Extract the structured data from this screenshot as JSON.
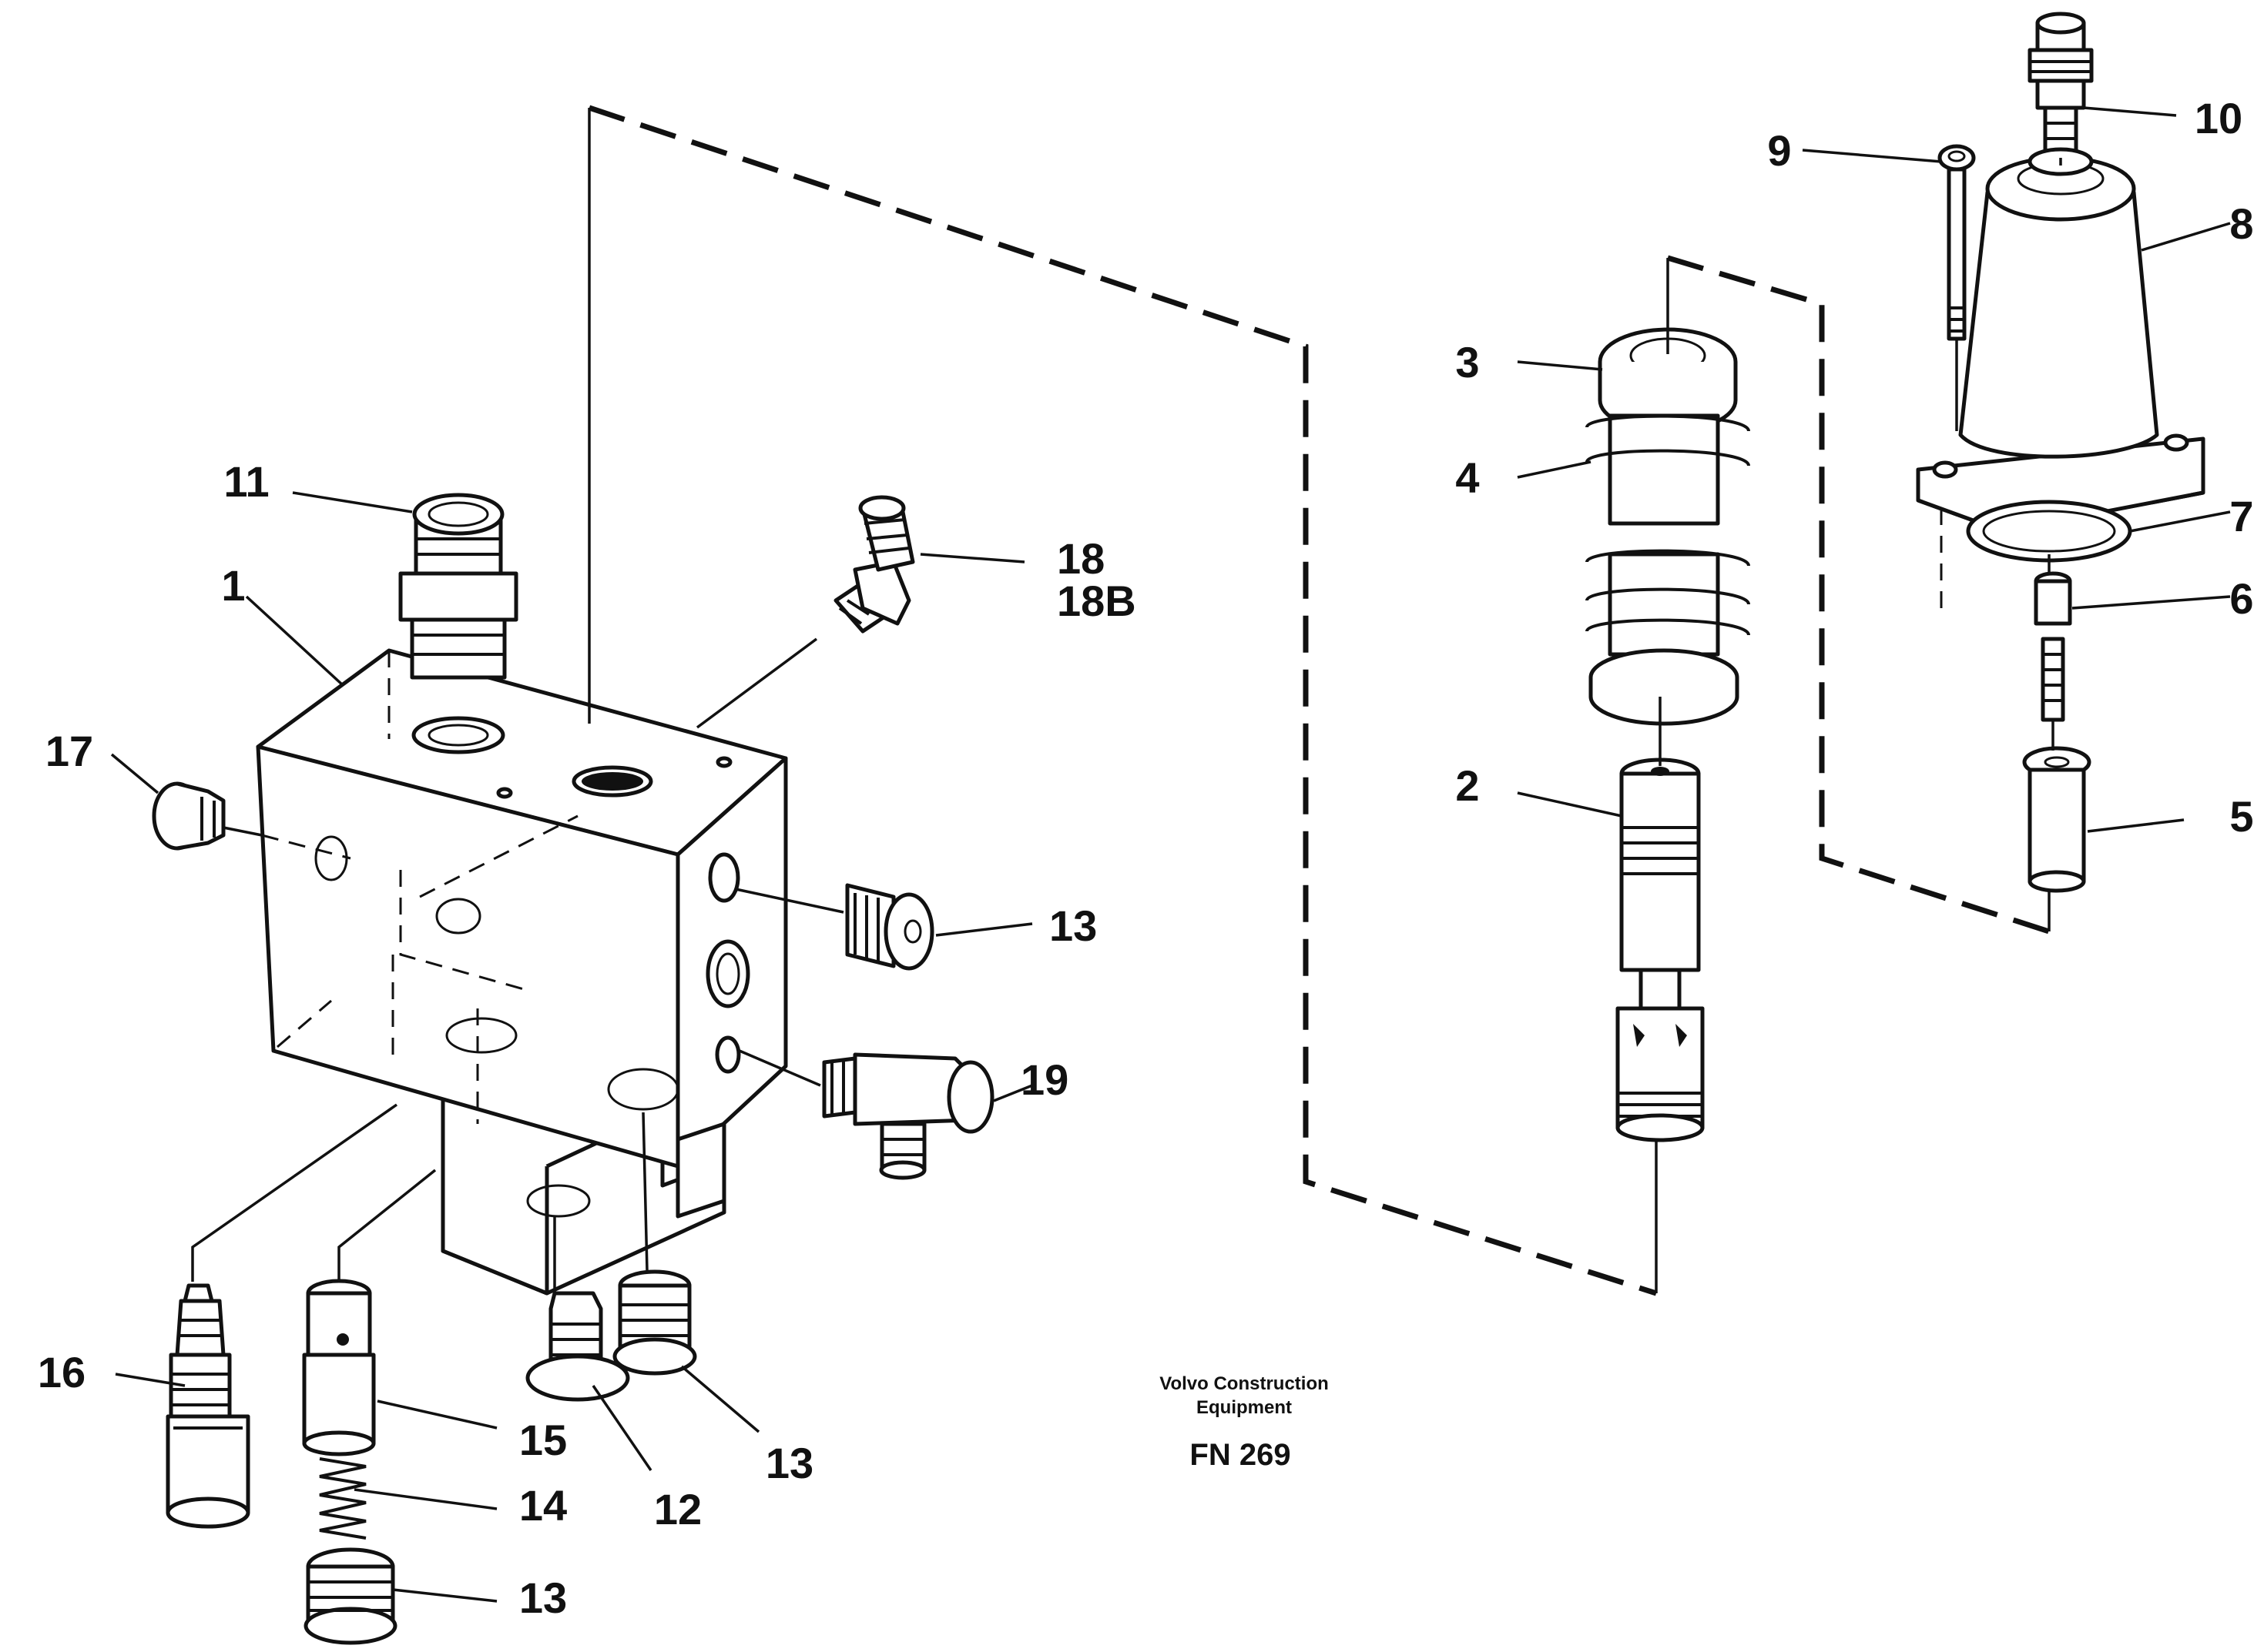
{
  "caption": {
    "company_line1": "Volvo Construction",
    "company_line2": "Equipment",
    "figure_number": "FN 269"
  },
  "part_labels": {
    "p1": "1",
    "p2": "2",
    "p3": "3",
    "p4": "4",
    "p5": "5",
    "p6": "6",
    "p7": "7",
    "p8": "8",
    "p9": "9",
    "p10": "10",
    "p11": "11",
    "p12": "12",
    "p13a": "13",
    "p13b": "13",
    "p13c": "13",
    "p14": "14",
    "p15": "15",
    "p16": "16",
    "p17": "17",
    "p18": "18",
    "p18b": "18B",
    "p19": "19"
  }
}
